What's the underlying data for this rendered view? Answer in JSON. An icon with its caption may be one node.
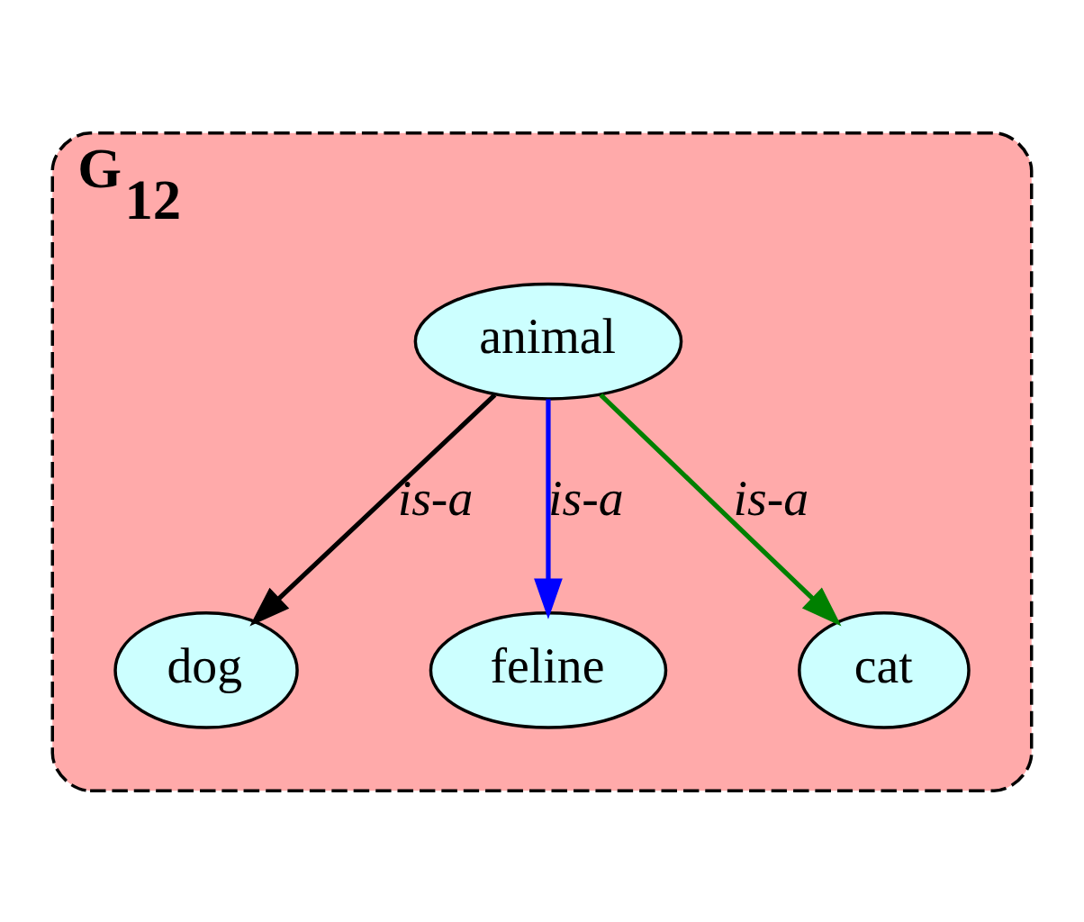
{
  "diagram": {
    "nodes": [
      {
        "text": [
          "G$_{12}$"
        ]
      },
      {
        "text": [
          "animal"
        ],
        "in": 0
      },
      {
        "text": [
          "dog"
        ],
        "in": 0
      },
      {
        "text": [
          "feline"
        ],
        "in": 0
      },
      {
        "text": [
          "cat"
        ],
        "in": 0
      }
    ],
    "edges": [
      {
        "from": 1,
        "to": 2,
        "arrow": "to",
        "label": "is-a"
      },
      {
        "from": 1,
        "to": 3,
        "arrow": "to",
        "label": "is-a",
        "color": "#0000ff"
      },
      {
        "from": 1,
        "to": 4,
        "arrow": "to",
        "label": "is-a",
        "color": "#008000"
      }
    ]
  }
}
